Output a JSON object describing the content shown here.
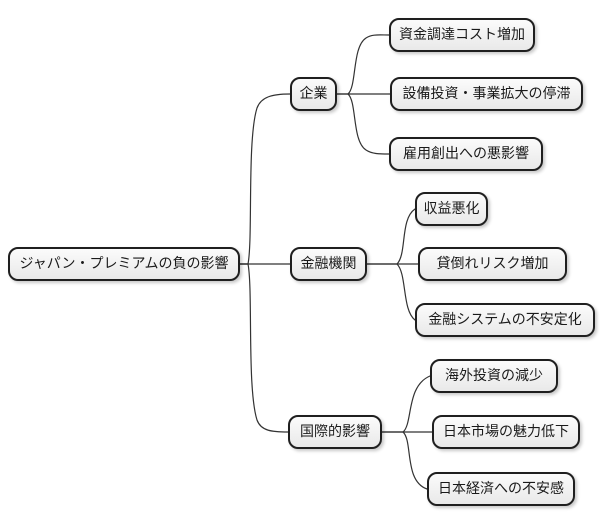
{
  "diagram": {
    "type": "mindmap",
    "root": {
      "label": "ジャパン・プレミアムの負の影響"
    },
    "branches": [
      {
        "label": "企業",
        "children": [
          {
            "label": "資金調達コスト増加"
          },
          {
            "label": "設備投資・事業拡大の停滞"
          },
          {
            "label": "雇用創出への悪影響"
          }
        ]
      },
      {
        "label": "金融機関",
        "children": [
          {
            "label": "収益悪化"
          },
          {
            "label": "貸倒れリスク増加"
          },
          {
            "label": "金融システムの不安定化"
          }
        ]
      },
      {
        "label": "国際的影響",
        "children": [
          {
            "label": "海外投資の減少"
          },
          {
            "label": "日本市場の魅力低下"
          },
          {
            "label": "日本経済への不安感"
          }
        ]
      }
    ],
    "colors": {
      "background": "#ffffff",
      "node_fill_top": "#fbfbfb",
      "node_fill_bottom": "#e9e9e9",
      "node_border": "#1f1f1f",
      "connector": "#333333",
      "text": "#1a1a1a"
    }
  }
}
